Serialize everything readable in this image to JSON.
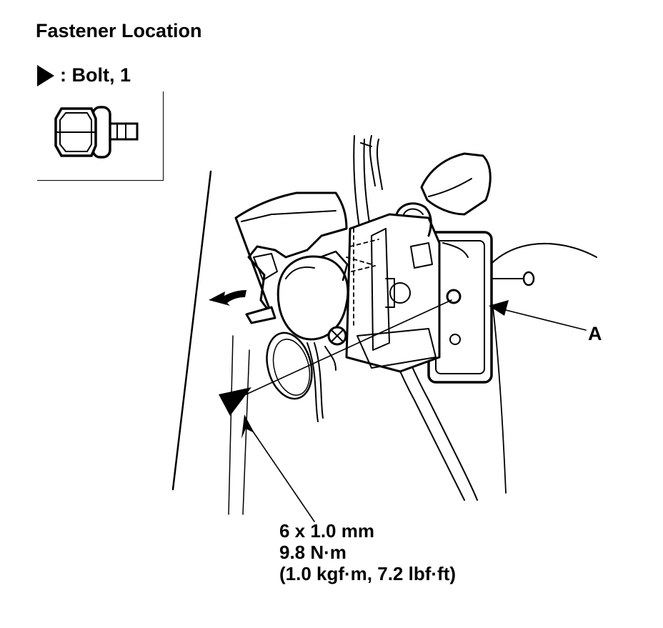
{
  "header": {
    "title": "Fastener Location"
  },
  "legend": {
    "bolt_label": ": Bolt, 1"
  },
  "callouts": {
    "part_a": "A"
  },
  "spec": {
    "size": "6 x 1.0 mm",
    "torque_nm": "9.8 N·m",
    "torque_alt": "(1.0 kgf·m, 7.2 lbf·ft)"
  },
  "icons": {
    "legend_marker": "black-triangle-icon",
    "bolt": "flange-bolt-icon"
  },
  "colors": {
    "ink": "#000000",
    "paper": "#ffffff"
  }
}
